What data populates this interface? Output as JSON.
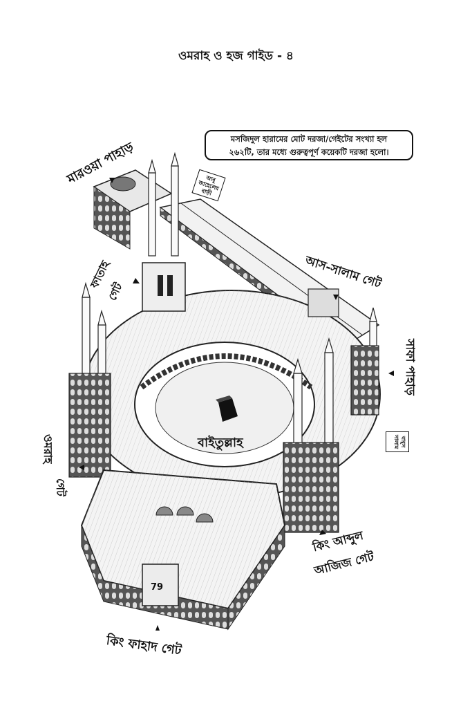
{
  "header": {
    "page_title": "ওমরাহ ও হজ গাইড - ৪"
  },
  "note": {
    "line1": "মসজিদুল হারামের মোট দরজা/গেইটের সংখ্যা হল",
    "line2": "২৬২টি, তার মধ্যে গুরুত্বপূর্ণ কয়েকটি দরজা হলো।"
  },
  "labels": {
    "marwa": "মারওয়া পাহাড়",
    "fatah": "ফাতাহ",
    "fatah2": "গেট",
    "salam": "আস-সালাম গেট",
    "safa": "সাফা পাহাড়",
    "baitullah": "বাইতুল্লাহ",
    "umrah": "ওমরাহ",
    "umrah2": "গেট",
    "abdulaziz1": "কিং আব্দুল",
    "abdulaziz2": "আজিজ গেট",
    "fahad": "কিং ফাহাদ গেট",
    "gate_number": "79"
  },
  "signs": {
    "abu_jahel_1": "আবু",
    "abu_jahel_2": "জাহেলের",
    "abu_jahel_3": "বাড়ী",
    "bab_1": "বাবুস",
    "bab_2": "সালাম"
  }
}
